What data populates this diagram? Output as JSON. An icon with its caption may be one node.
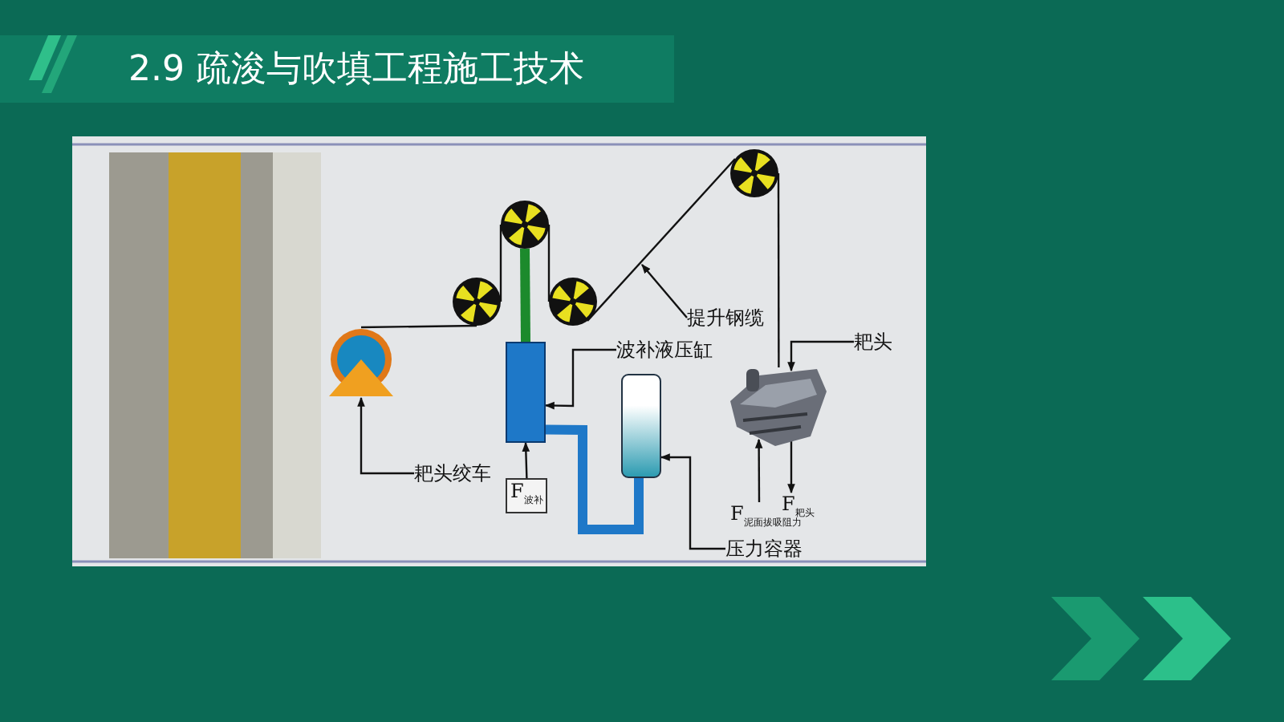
{
  "diagram": {
    "title": "2.9 疏浚与吹填工程施工技术",
    "nodes": [
      {
        "text": [],
        "shape": "picture"
      },
      {
        "text": [],
        "shape": "circle"
      },
      {
        "text": [],
        "shape": "circle"
      },
      {
        "text": [],
        "shape": "circle"
      },
      {
        "text": [],
        "shape": "circle"
      },
      {
        "text": [],
        "shape": "box"
      },
      {
        "text": [],
        "shape": "cylinder"
      },
      {
        "text": [],
        "shape": "picture"
      },
      {
        "text": [
          "耙头绞车"
        ]
      },
      {
        "text": [
          "提升钢缆"
        ]
      },
      {
        "text": [
          "波补液压缸"
        ]
      },
      {
        "text": [
          "压力容器"
        ]
      },
      {
        "text": [
          "耙头"
        ]
      },
      {
        "text": [
          "F$_{波补}$"
        ]
      },
      {
        "text": [
          "F$_{泥面拔吸阻力}$"
        ]
      },
      {
        "text": [
          "F$_{耙头}$"
        ]
      }
    ],
    "edges": [
      {
        "from": 0,
        "to": 1,
        "arrow": "none"
      },
      {
        "from": 1,
        "to": 2,
        "arrow": "none"
      },
      {
        "from": 2,
        "to": 3,
        "arrow": "none"
      },
      {
        "from": 3,
        "to": 4,
        "arrow": "none"
      },
      {
        "from": 4,
        "to": 7,
        "arrow": "none"
      },
      {
        "from": 2,
        "to": 5,
        "arrow": "none",
        "style": "thick",
        "color": "#1c8a2c"
      },
      {
        "from": 5,
        "to": 6,
        "arrow": "none",
        "style": "thick",
        "color": "#1e78c8"
      },
      {
        "from": 8,
        "to": 0,
        "arrow": "to"
      },
      {
        "from": 9,
        "to": null,
        "arrow": "to"
      },
      {
        "from": 10,
        "to": 5,
        "arrow": "to"
      },
      {
        "from": 11,
        "to": 6,
        "arrow": "to"
      },
      {
        "from": 12,
        "to": 7,
        "arrow": "to"
      },
      {
        "from": 13,
        "to": 5,
        "arrow": "to"
      },
      {
        "from": 14,
        "to": 7,
        "arrow": "to"
      },
      {
        "from": 7,
        "to": 15,
        "arrow": "to"
      }
    ]
  }
}
